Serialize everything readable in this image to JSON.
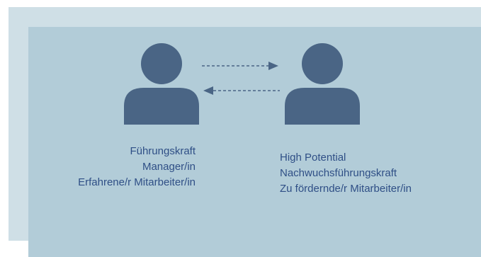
{
  "colors": {
    "outer_frame": "#cfdfe6",
    "main_panel": "#b2ccd8",
    "person_icon": "#4a6585",
    "arrow": "#4a6585",
    "text": "#2f4f86"
  },
  "icons": {
    "left_person": "person-icon",
    "right_person": "person-icon",
    "arrow_to_right": "dashed-arrow-right-icon",
    "arrow_to_left": "dashed-arrow-left-icon"
  },
  "left_role": {
    "lines": [
      "Führungskraft",
      "Manager/in",
      "Erfahrene/r Mitarbeiter/in"
    ]
  },
  "right_role": {
    "lines": [
      "High Potential",
      "Nachwuchsführungskraft",
      "Zu fördernde/r Mitarbeiter/in"
    ]
  }
}
